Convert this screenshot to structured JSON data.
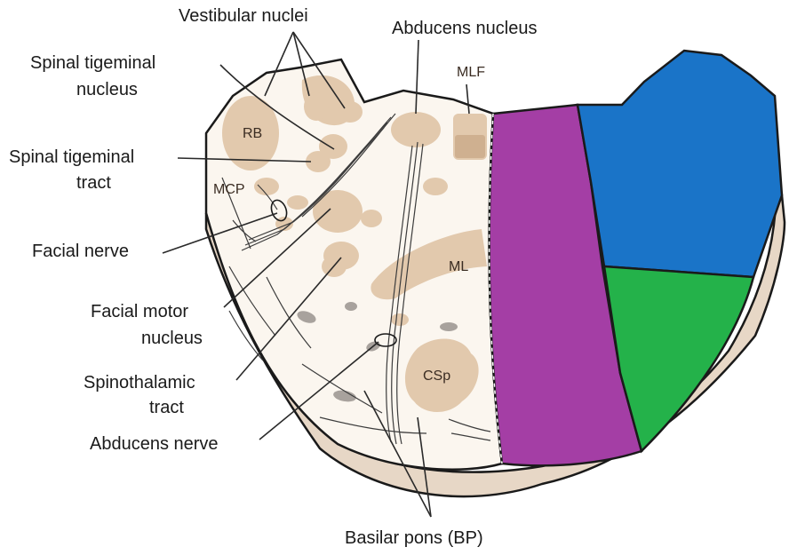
{
  "labels": {
    "vestibular_nuclei": "Vestibular nuclei",
    "abducens_nucleus": "Abducens nucleus",
    "spinal_trigeminal_nucleus": [
      "Spinal tigeminal",
      "nucleus"
    ],
    "spinal_trigeminal_tract": [
      "Spinal tigeminal",
      "tract"
    ],
    "facial_nerve": "Facial nerve",
    "facial_motor_nucleus": [
      "Facial motor",
      "nucleus"
    ],
    "spinothalamic_tract": [
      "Spinothalamic",
      "tract"
    ],
    "abducens_nerve": "Abducens nerve",
    "basilar_pons": "Basilar pons (BP)"
  },
  "inner_labels": {
    "rb": "RB",
    "mlf": "MLF",
    "mcp": "MCP",
    "ml": "ML",
    "csp": "CSp"
  },
  "region_colors": {
    "background": "#ffffff",
    "tissue": "#fbf6ef",
    "structure": "#e2c9ad",
    "purple": "#a43ea5",
    "blue": "#1a74c8",
    "green": "#24b24a"
  }
}
